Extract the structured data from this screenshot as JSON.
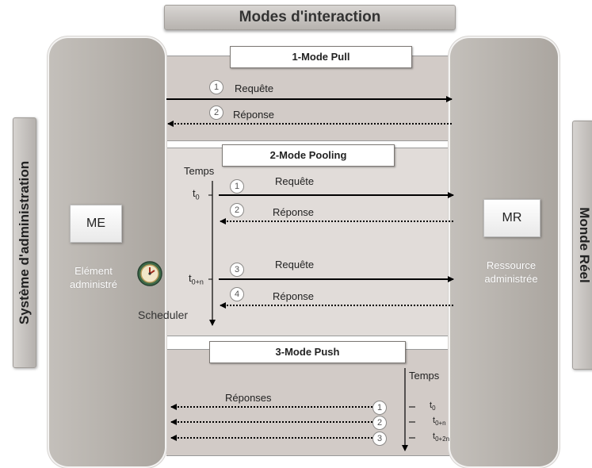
{
  "title": "Modes d'interaction",
  "left_tab": "Système d'administration",
  "right_tab": "Monde Réel",
  "me": {
    "box": "ME",
    "caption_line1": "Elément",
    "caption_line2": "administré"
  },
  "mr": {
    "box": "MR",
    "caption_line1": "Ressource",
    "caption_line2": "administrée"
  },
  "scheduler": "Scheduler",
  "pull": {
    "title": "1-Mode Pull",
    "n1": "1",
    "req": "Requête",
    "n2": "2",
    "resp": "Réponse"
  },
  "pooling": {
    "title": "2-Mode Pooling",
    "temps": "Temps",
    "t0_main": "t",
    "t0_sub": "0",
    "t0n_main": "t",
    "t0n_sub": "0+n",
    "n1": "1",
    "req1": "Requête",
    "n2": "2",
    "resp1": "Réponse",
    "n3": "3",
    "req2": "Requête",
    "n4": "4",
    "resp2": "Réponse"
  },
  "push": {
    "title": "3-Mode Push",
    "temps": "Temps",
    "responses": "Réponses",
    "n1": "1",
    "n2": "2",
    "n3": "3",
    "t0_main": "t",
    "t0_sub": "0",
    "t0n_main": "t",
    "t0n_sub": "0+n",
    "t02n_main": "t",
    "t02n_sub": "0+2n"
  },
  "colors": {
    "pillar": "#b8b3ae",
    "band": "#d2cbc7",
    "arrow": "#000000"
  }
}
